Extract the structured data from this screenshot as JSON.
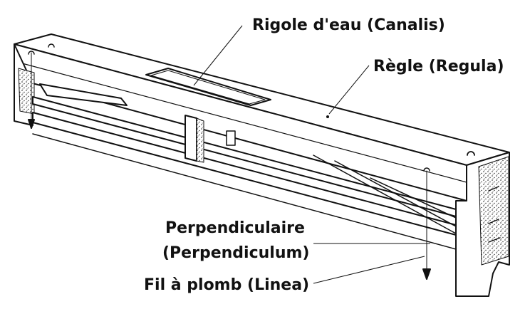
{
  "labels": {
    "canalis": "Rigole d'eau (Canalis)",
    "regula": "Règle (Regula)",
    "perpendiculum_line1": "Perpendiculaire",
    "perpendiculum_line2": "(Perpendiculum)",
    "linea": "Fil à plomb (Linea)"
  }
}
